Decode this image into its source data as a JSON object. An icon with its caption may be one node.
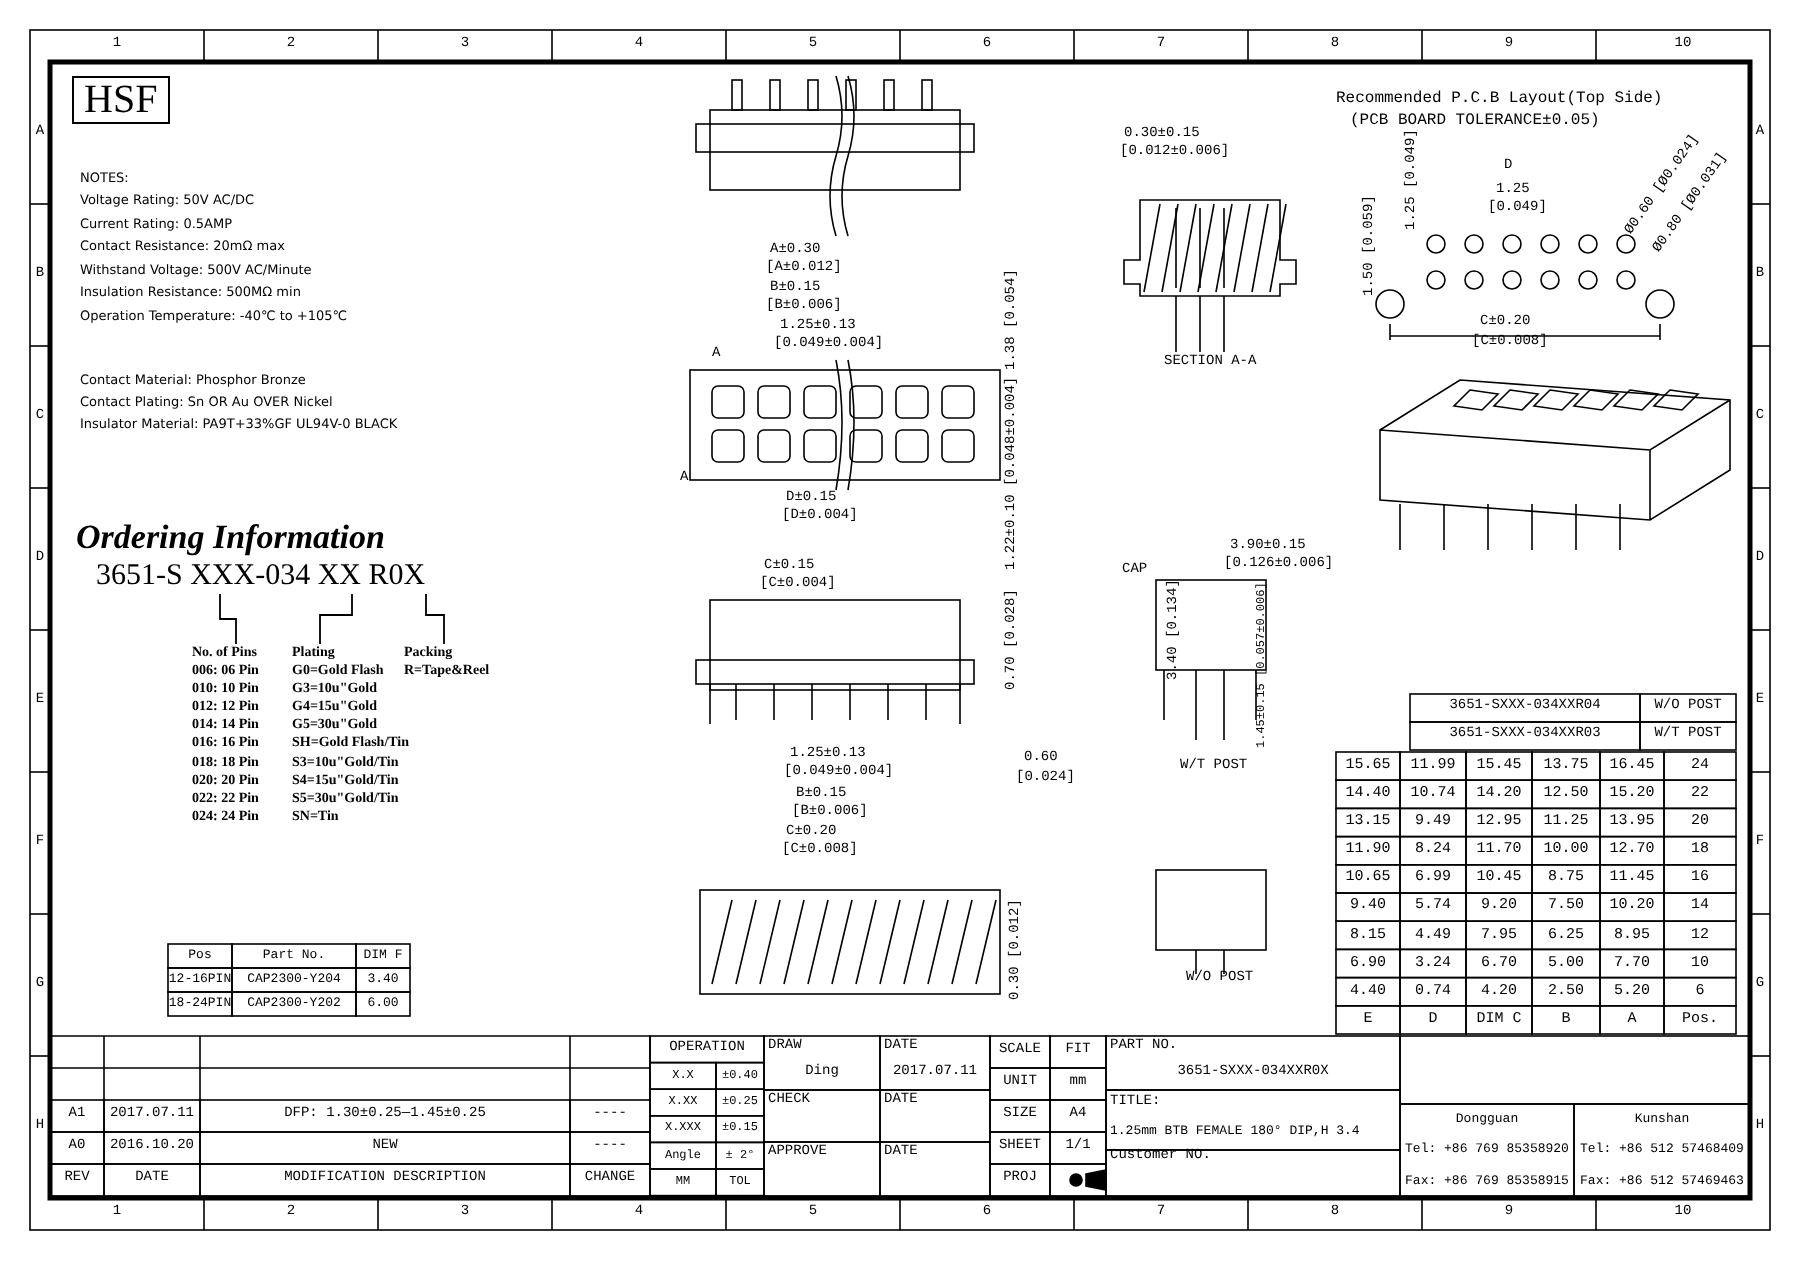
{
  "diagram": {
    "nodes": [
      {
        "text": [
          "3651-S XXX-034 XX R0X"
        ]
      },
      {
        "text": [
          "No. of Pins",
          "006: 06 Pin",
          "010: 10 Pin",
          "012: 12 Pin",
          "014: 14 Pin",
          "016: 16 Pin",
          "018: 18 Pin",
          "020: 20 Pin",
          "022: 22 Pin",
          "024: 24 Pin"
        ]
      },
      {
        "text": [
          "Plating",
          "G0=Gold Flash",
          "G3=10u\"Gold",
          "G4=15u\"Gold",
          "G5=30u\"Gold",
          "SH=Gold Flash/Tin",
          "S3=10u\"Gold/Tin",
          "S4=15u\"Gold/Tin",
          "S5=30u\"Gold/Tin",
          "SN=Tin"
        ]
      },
      {
        "text": [
          "Packing",
          "R=Tape&Reel"
        ]
      }
    ],
    "edges": [
      {
        "from": 0,
        "to": 1,
        "arrow": "none"
      },
      {
        "from": 0,
        "to": 2,
        "arrow": "none"
      },
      {
        "from": 0,
        "to": 3,
        "arrow": "none"
      }
    ],
    "labels": [
      "1",
      "2",
      "3",
      "4",
      "5",
      "6",
      "7",
      "8",
      "9",
      "10",
      "A",
      "B",
      "C",
      "D",
      "E",
      "F",
      "G",
      "H",
      "A",
      "B",
      "C",
      "D",
      "E",
      "F",
      "G",
      "H",
      "HSF",
      "NOTES:",
      "Voltage Rating: 50V AC/DC",
      "Current Rating: 0.5AMP",
      "Contact Resistance: 20mΩ max",
      "Withstand Voltage: 500V AC/Minute",
      "Insulation Resistance: 500MΩ min",
      "Operation Temperature: -40℃ to +105℃",
      "Contact Material: Phosphor Bronze",
      "Contact Plating: Sn OR Au OVER Nickel",
      "Insulator Material: PA9T+33%GF UL94V-0 BLACK",
      "Ordering Information",
      "Pos",
      "Part No.",
      "DIM F",
      "12-16PIN",
      "CAP2300-Y204",
      "3.40",
      "18-24PIN",
      "CAP2300-Y202",
      "6.00",
      "A±0.30",
      "[A±0.012]",
      "B±0.15",
      "[B±0.006]",
      "1.25±0.13",
      "[0.049±0.004]",
      "1.38 [0.054]",
      "A",
      "A",
      "D±0.15",
      "[D±0.004]",
      "1.22±0.10 [0.048±0.004]",
      "C±0.15",
      "[C±0.004]",
      "0.70 [0.028]",
      "1.25±0.13",
      "[0.049±0.004]",
      "B±0.15",
      "[B±0.006]",
      "C±0.20",
      "[C±0.008]",
      "0.60",
      "[0.024]",
      "0.30 [0.012]",
      "0.30±0.15",
      "[0.012±0.006]",
      "SECTION A-A",
      "CAP",
      "3.90±0.15",
      "[0.126±0.006]",
      "3.40 [0.134]",
      "1.45±0.15 [0.057±0.006]",
      "W/T POST",
      "W/O POST",
      "Recommended P.C.B Layout(Top Side)",
      "(PCB BOARD TOLERANCE±0.05)",
      "D",
      "1.25",
      "[0.049]",
      "1.25 [0.049]",
      "1.50 [0.059]",
      "Ø0.60 [Ø0.024]",
      "Ø0.80 [Ø0.031]",
      "C±0.20",
      "[C±0.008]",
      "3651-SXXX-034XXR04",
      "W/O POST",
      "3651-SXXX-034XXR03",
      "W/T POST",
      "15.65",
      "11.99",
      "15.45",
      "13.75",
      "16.45",
      "24",
      "14.40",
      "10.74",
      "14.20",
      "12.50",
      "15.20",
      "22",
      "13.15",
      "9.49",
      "12.95",
      "11.25",
      "13.95",
      "20",
      "11.90",
      "8.24",
      "11.70",
      "10.00",
      "12.70",
      "18",
      "10.65",
      "6.99",
      "10.45",
      "8.75",
      "11.45",
      "16",
      "9.40",
      "5.74",
      "9.20",
      "7.50",
      "10.20",
      "14",
      "8.15",
      "4.49",
      "7.95",
      "6.25",
      "8.95",
      "12",
      "6.90",
      "3.24",
      "6.70",
      "5.00",
      "7.70",
      "10",
      "4.40",
      "0.74",
      "4.20",
      "2.50",
      "5.20",
      "6",
      "E",
      "D",
      "DIM C",
      "B",
      "A",
      "Pos.",
      "A1",
      "2017.07.11",
      "DFP: 1.30±0.25—1.45±0.25",
      "----",
      "A0",
      "2016.10.20",
      "NEW",
      "----",
      "REV",
      "DATE",
      "MODIFICATION DESCRIPTION",
      "CHANGE",
      "OPERATION",
      "X.X",
      "±0.40",
      "X.XX",
      "±0.25",
      "X.XXX",
      "±0.15",
      "Angle",
      "± 2°",
      "MM",
      "TOL",
      "DRAW",
      "Ding",
      "DATE",
      "2017.07.11",
      "CHECK",
      "DATE",
      "APPROVE",
      "DATE",
      "SCALE",
      "FIT",
      "UNIT",
      "mm",
      "SIZE",
      "A4",
      "SHEET",
      "1/1",
      "PROJ",
      "PART NO.",
      "3651-SXXX-034XXR0X",
      "TITLE:",
      "1.25mm BTB FEMALE 180° DIP,H 3.4",
      "Customer NO.",
      "Dongguan",
      "Kunshan",
      "Tel: +86 769 85358920",
      "Tel: +86 512 57468409",
      "Fax: +86 769 85358915",
      "Fax: +86 512 57469463",
      "1",
      "2",
      "3",
      "4",
      "5",
      "6",
      "7",
      "8",
      "9",
      "10"
    ]
  }
}
